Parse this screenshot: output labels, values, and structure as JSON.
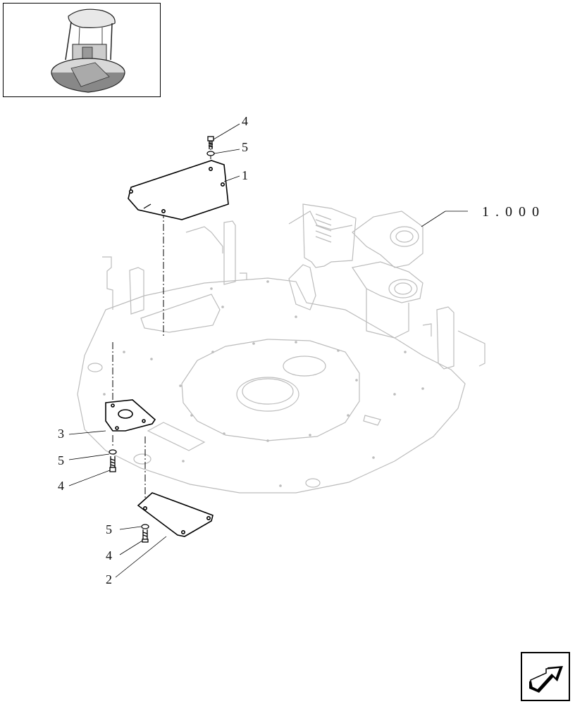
{
  "callouts": {
    "c1": "1",
    "c2": "2",
    "c3": "3",
    "c4a": "4",
    "c4b": "4",
    "c4c": "4",
    "c5a": "5",
    "c5b": "5",
    "c5c": "5"
  },
  "reference": "1.000",
  "icons": {
    "thumbnail": "machine-overview-icon",
    "nav": "next-page-arrow-icon"
  }
}
